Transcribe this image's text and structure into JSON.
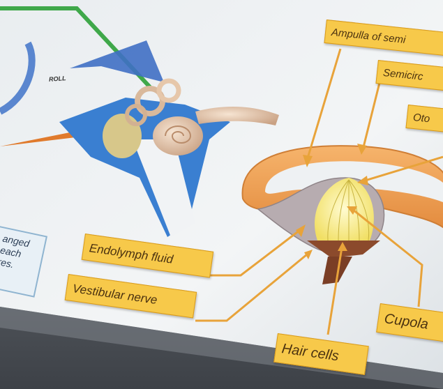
{
  "figure": {
    "roll_label": "ROLL",
    "note_lines": [
      "anged",
      "each",
      "res."
    ],
    "labels": {
      "ampulla": "Ampulla of semi",
      "semicircular": "Semicirc",
      "otolith": "Oto",
      "endolymph": "Endolymph fluid",
      "vestibular": "Vestibular nerve",
      "cupola": "Cupola",
      "hair_cells": "Hair cells"
    }
  },
  "colors": {
    "label_fill": "#f7c94a",
    "label_border": "#d89a1c",
    "leader_line": "#e8a33a",
    "canal_orange": "#f0a65a",
    "axis_blue": "#3f6fc4",
    "axis_green": "#3fa84a",
    "axis_orange": "#e07a2c"
  }
}
